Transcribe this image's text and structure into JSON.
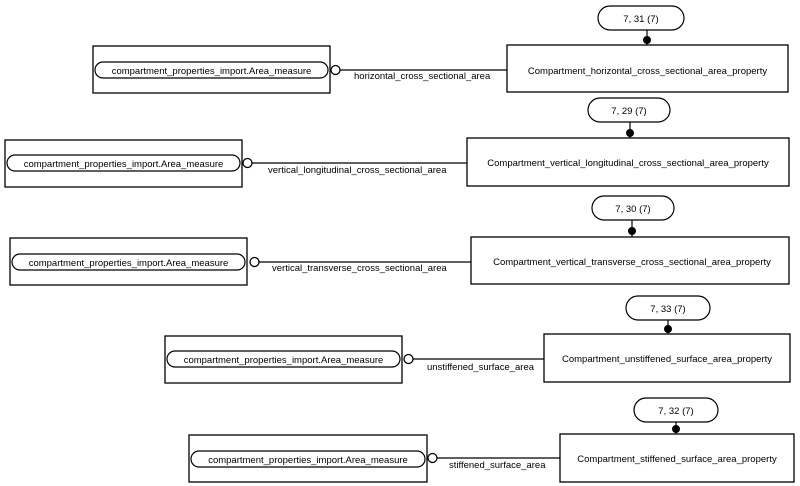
{
  "diagram": {
    "relations": [
      {
        "source": "compartment_properties_import.Area_measure",
        "attribute": "horizontal_cross_sectional_area",
        "target": "Compartment_horizontal_cross_sectional_area_property",
        "page_ref": "7, 31 (7)"
      },
      {
        "source": "compartment_properties_import.Area_measure",
        "attribute": "vertical_longitudinal_cross_sectional_area",
        "target": "Compartment_vertical_longitudinal_cross_sectional_area_property",
        "page_ref": "7, 29 (7)"
      },
      {
        "source": "compartment_properties_import.Area_measure",
        "attribute": "vertical_transverse_cross_sectional_area",
        "target": "Compartment_vertical_transverse_cross_sectional_area_property",
        "page_ref": "7, 30 (7)"
      },
      {
        "source": "compartment_properties_import.Area_measure",
        "attribute": "unstiffened_surface_area",
        "target": "Compartment_unstiffened_surface_area_property",
        "page_ref": "7, 33 (7)"
      },
      {
        "source": "compartment_properties_import.Area_measure",
        "attribute": "stiffened_surface_area",
        "target": "Compartment_stiffened_surface_area_property",
        "page_ref": "7, 32 (7)"
      }
    ]
  }
}
